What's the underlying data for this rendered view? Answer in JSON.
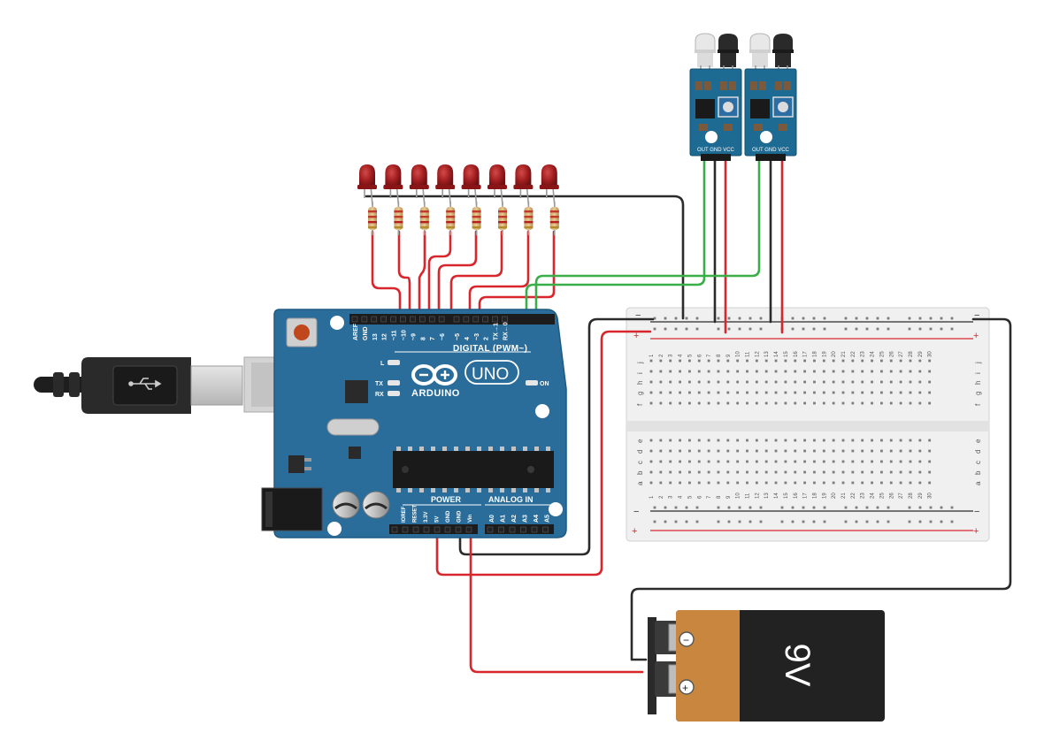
{
  "colors": {
    "arduino_board": "#2a6d9a",
    "arduino_edge": "#1f5a82",
    "wire_red": "#d8262c",
    "wire_black": "#2b2b2b",
    "wire_green": "#3aae49",
    "led_red": "#a01d1f",
    "sensor_board": "#1d6a93",
    "battery_orange": "#c9863f",
    "battery_black": "#222222",
    "breadboard": "#f0f0f0"
  },
  "arduino": {
    "brand": "ARDUINO",
    "model": "UNO",
    "digital_header_label": "DIGITAL (PWM~)",
    "digital_pins": [
      "AREF",
      "GND",
      "13",
      "12",
      "~11",
      "~10",
      "~9",
      "8",
      "7",
      "~6",
      "~5",
      "4",
      "~3",
      "2",
      "TX→1",
      "RX←0"
    ],
    "power_label": "POWER",
    "analog_label": "ANALOG IN",
    "power_pins": [
      "IOREF",
      "RESET",
      "3.3V",
      "5V",
      "GND",
      "GND",
      "Vin"
    ],
    "analog_pins": [
      "A0",
      "A1",
      "A2",
      "A3",
      "A4",
      "A5"
    ],
    "led_labels": {
      "l": "L",
      "tx": "TX",
      "rx": "RX",
      "on": "ON"
    },
    "icon": "arduino-infinity-logo"
  },
  "usb": {
    "icon": "usb-icon",
    "type": "USB-B cable"
  },
  "sensors": [
    {
      "pin_label": "OUT GND VCC"
    },
    {
      "pin_label": "OUT GND VCC"
    }
  ],
  "leds": {
    "count": 8,
    "color": "red"
  },
  "breadboard": {
    "column_numbers": [
      "1",
      "2",
      "3",
      "4",
      "5",
      "6",
      "7",
      "8",
      "9",
      "10",
      "11",
      "12",
      "13",
      "14",
      "15",
      "16",
      "17",
      "18",
      "19",
      "20",
      "21",
      "22",
      "23",
      "24",
      "25",
      "26",
      "27",
      "28",
      "29",
      "30"
    ],
    "row_letters_top": [
      "j",
      "i",
      "h",
      "g",
      "f"
    ],
    "row_letters_bottom": [
      "e",
      "d",
      "c",
      "b",
      "a"
    ],
    "rail_minus": "−",
    "rail_plus": "+"
  },
  "battery": {
    "label": "9V",
    "minus_symbol": "−",
    "plus_symbol": "+"
  }
}
